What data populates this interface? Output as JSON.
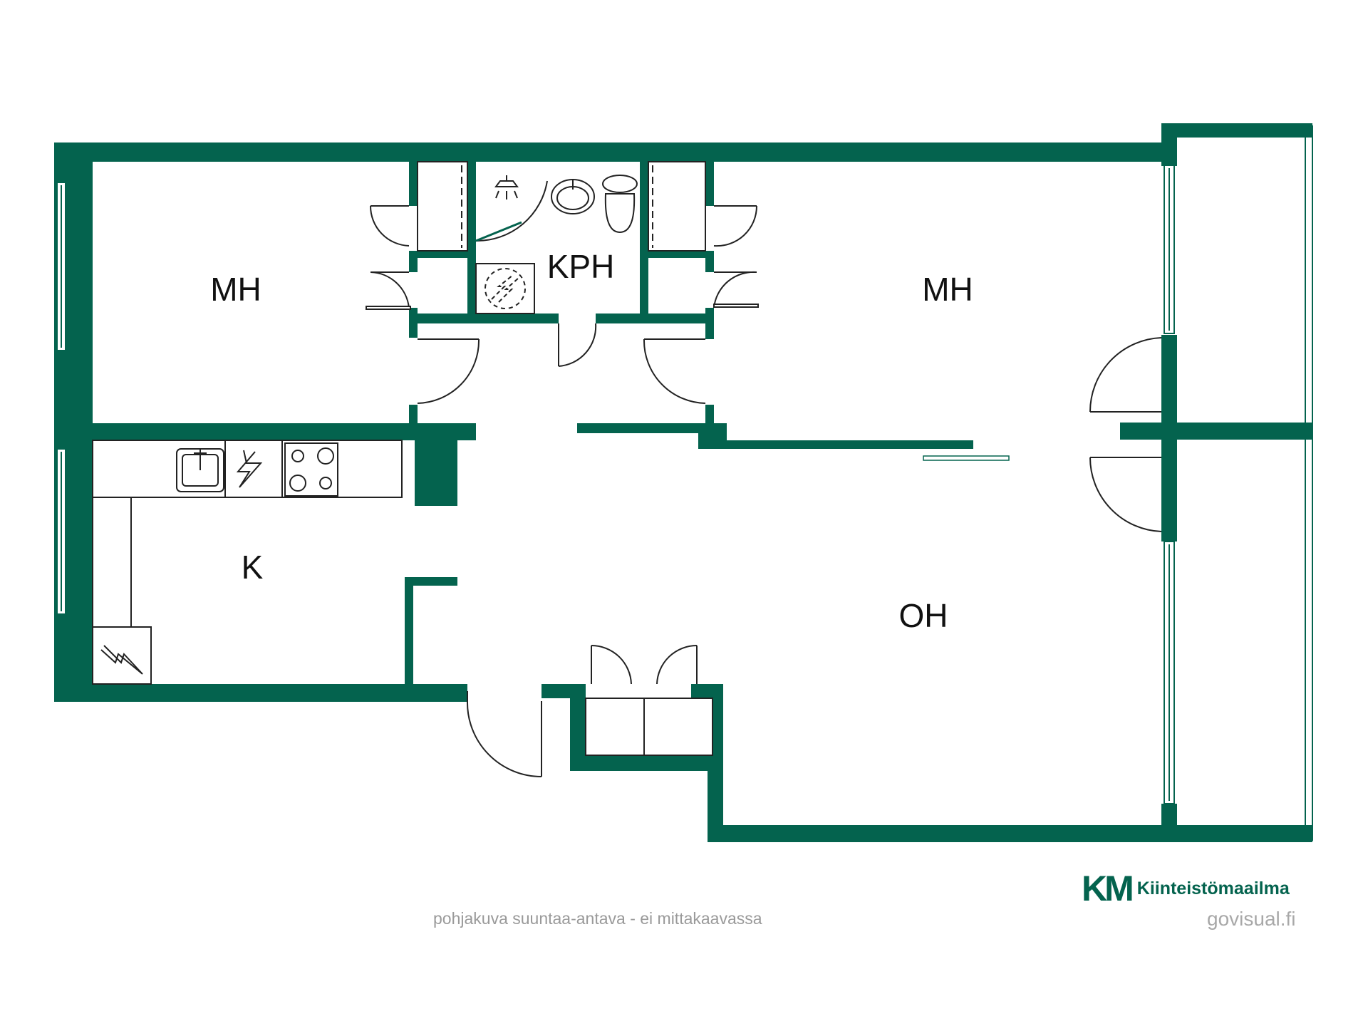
{
  "rooms": {
    "bedroom_left": "MH",
    "bathroom": "KPH",
    "bedroom_right": "MH",
    "kitchen": "K",
    "living_room": "OH"
  },
  "footer": {
    "note": "pohjakuva suuntaa-antava - ei mittakaavassa",
    "brand_mark": "KM",
    "brand_name": "Kiinteistömaailma",
    "credit": "govisual.fi"
  },
  "colors": {
    "wall": "#04634e",
    "brand_accent": "#2cc07a",
    "footer_text": "#9a9a9a"
  }
}
